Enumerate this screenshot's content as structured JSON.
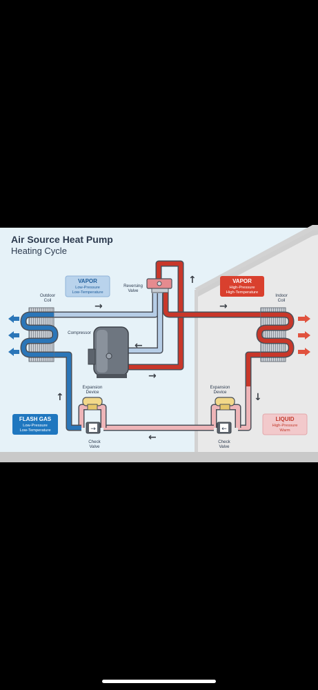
{
  "title": "Air Source Heat Pump",
  "subtitle": "Heating Cycle",
  "labels": {
    "outdoor_coil_1": "Outdoor",
    "outdoor_coil_2": "Coil",
    "indoor_coil_1": "Indoor",
    "indoor_coil_2": "Coil",
    "reversing_valve_1": "Reversing",
    "reversing_valve_2": "Valve",
    "compressor": "Compressor",
    "expansion_device_left_1": "Expansion",
    "expansion_device_left_2": "Device",
    "expansion_device_right_1": "Expansion",
    "expansion_device_right_2": "Device",
    "check_valve_left_1": "Check",
    "check_valve_left_2": "Valve",
    "check_valve_right_1": "Check",
    "check_valve_right_2": "Valve"
  },
  "boxes": {
    "vapor_low": {
      "title": "VAPOR",
      "line1": "Low-Pressure",
      "line2": "Low-Temperature"
    },
    "vapor_high": {
      "title": "VAPOR",
      "line1": "High-Pressure",
      "line2": "High-Temperature"
    },
    "flash_gas": {
      "title": "FLASH GAS",
      "line1": "Low-Pressure",
      "line2": "Low-Temperature"
    },
    "liquid": {
      "title": "LIQUID",
      "line1": "High-Pressure",
      "line2": "Warm"
    }
  },
  "colors": {
    "background": "#e6f2f8",
    "house_wall": "#e9e9e9",
    "ground": "#c9c9c9",
    "hot_pipe": "#c8372a",
    "cold_pipe": "#2b76b8",
    "pale_blue_pipe": "#b6cde6",
    "pink_pipe": "#eeb5b8",
    "pipe_outline": "#4a4f58",
    "vapor_low_box": "#b9d3ec",
    "vapor_high_box": "#d9402e",
    "flash_gas_box": "#1f77bf",
    "liquid_box": "#f2c9cb"
  }
}
